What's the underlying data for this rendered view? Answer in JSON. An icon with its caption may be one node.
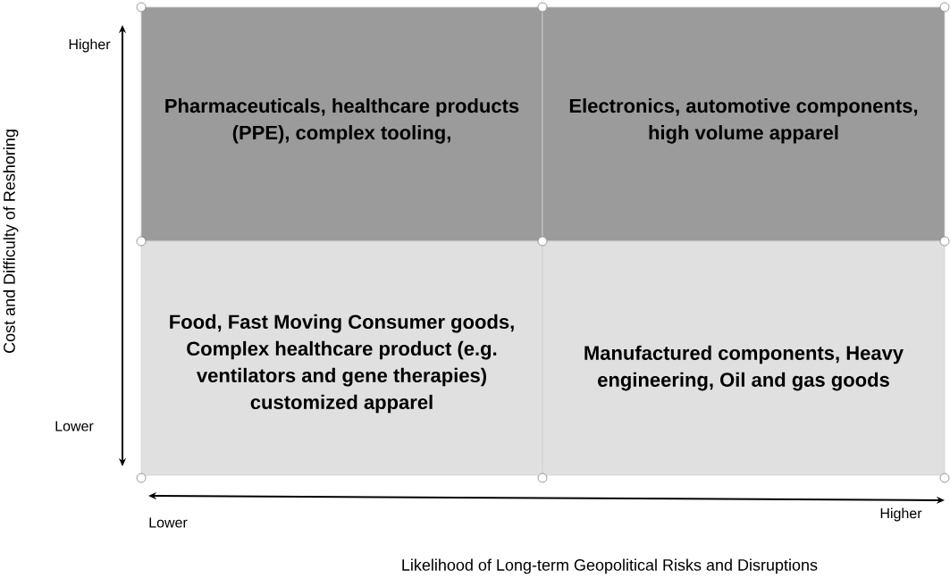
{
  "diagram": {
    "nodes": [
      {
        "text": [
          "Pharmaceuticals, healthcare products (PPE), complex tooling,"
        ]
      },
      {
        "text": [
          "Electronics, automotive components, high volume apparel"
        ]
      },
      {
        "text": [
          "Food, Fast Moving Consumer goods, Complex healthcare product (e.g. ventilators and gene therapies) customized apparel"
        ]
      },
      {
        "text": [
          "Manufactured components, Heavy engineering, Oil and gas goods"
        ]
      }
    ],
    "labels": [
      "Higher",
      "Lower",
      "Cost and Difficulty of Reshoring",
      "Lower",
      "Higher",
      "Likelihood of Long-term Geopolitical Risks and Disruptions"
    ]
  }
}
